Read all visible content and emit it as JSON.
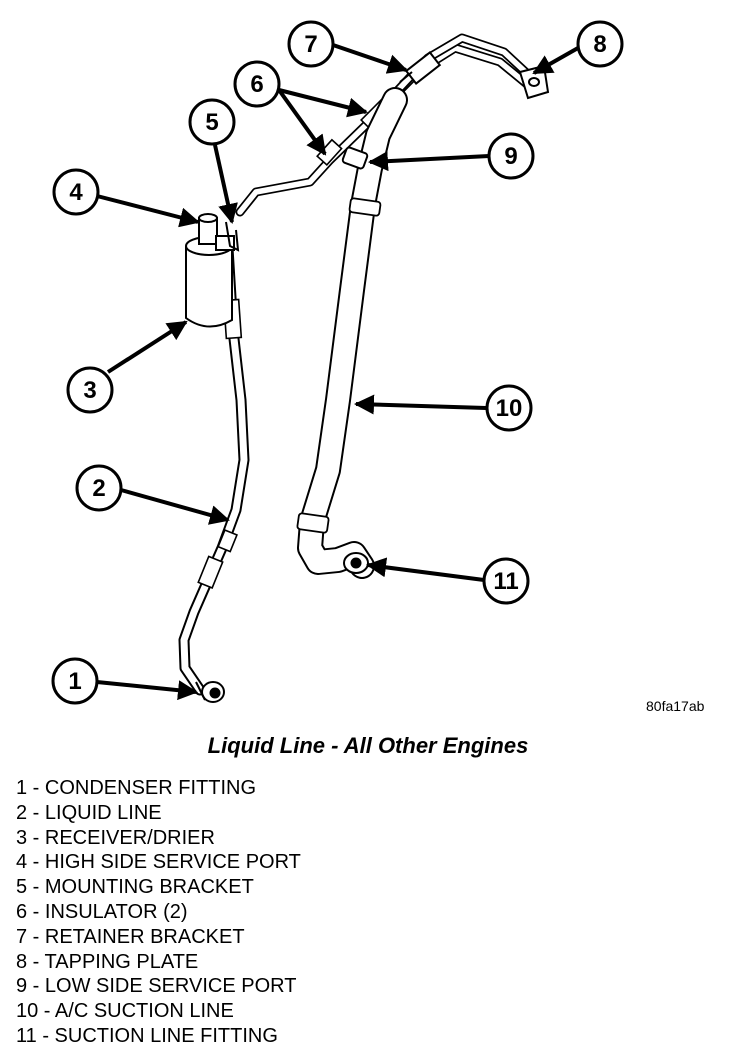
{
  "figure_id": "80fa17ab",
  "caption": "Liquid Line - All Other Engines",
  "callouts": [
    "1",
    "2",
    "3",
    "4",
    "5",
    "6",
    "7",
    "8",
    "9",
    "10",
    "11"
  ],
  "legend": [
    "1 - CONDENSER FITTING",
    "2 - LIQUID LINE",
    "3 - RECEIVER/DRIER",
    "4 - HIGH SIDE SERVICE PORT",
    "5 - MOUNTING BRACKET",
    "6 - INSULATOR (2)",
    "7 - RETAINER BRACKET",
    "8 - TAPPING PLATE",
    "9 - LOW SIDE SERVICE PORT",
    "10 - A/C SUCTION LINE",
    "11 - SUCTION LINE FITTING"
  ]
}
